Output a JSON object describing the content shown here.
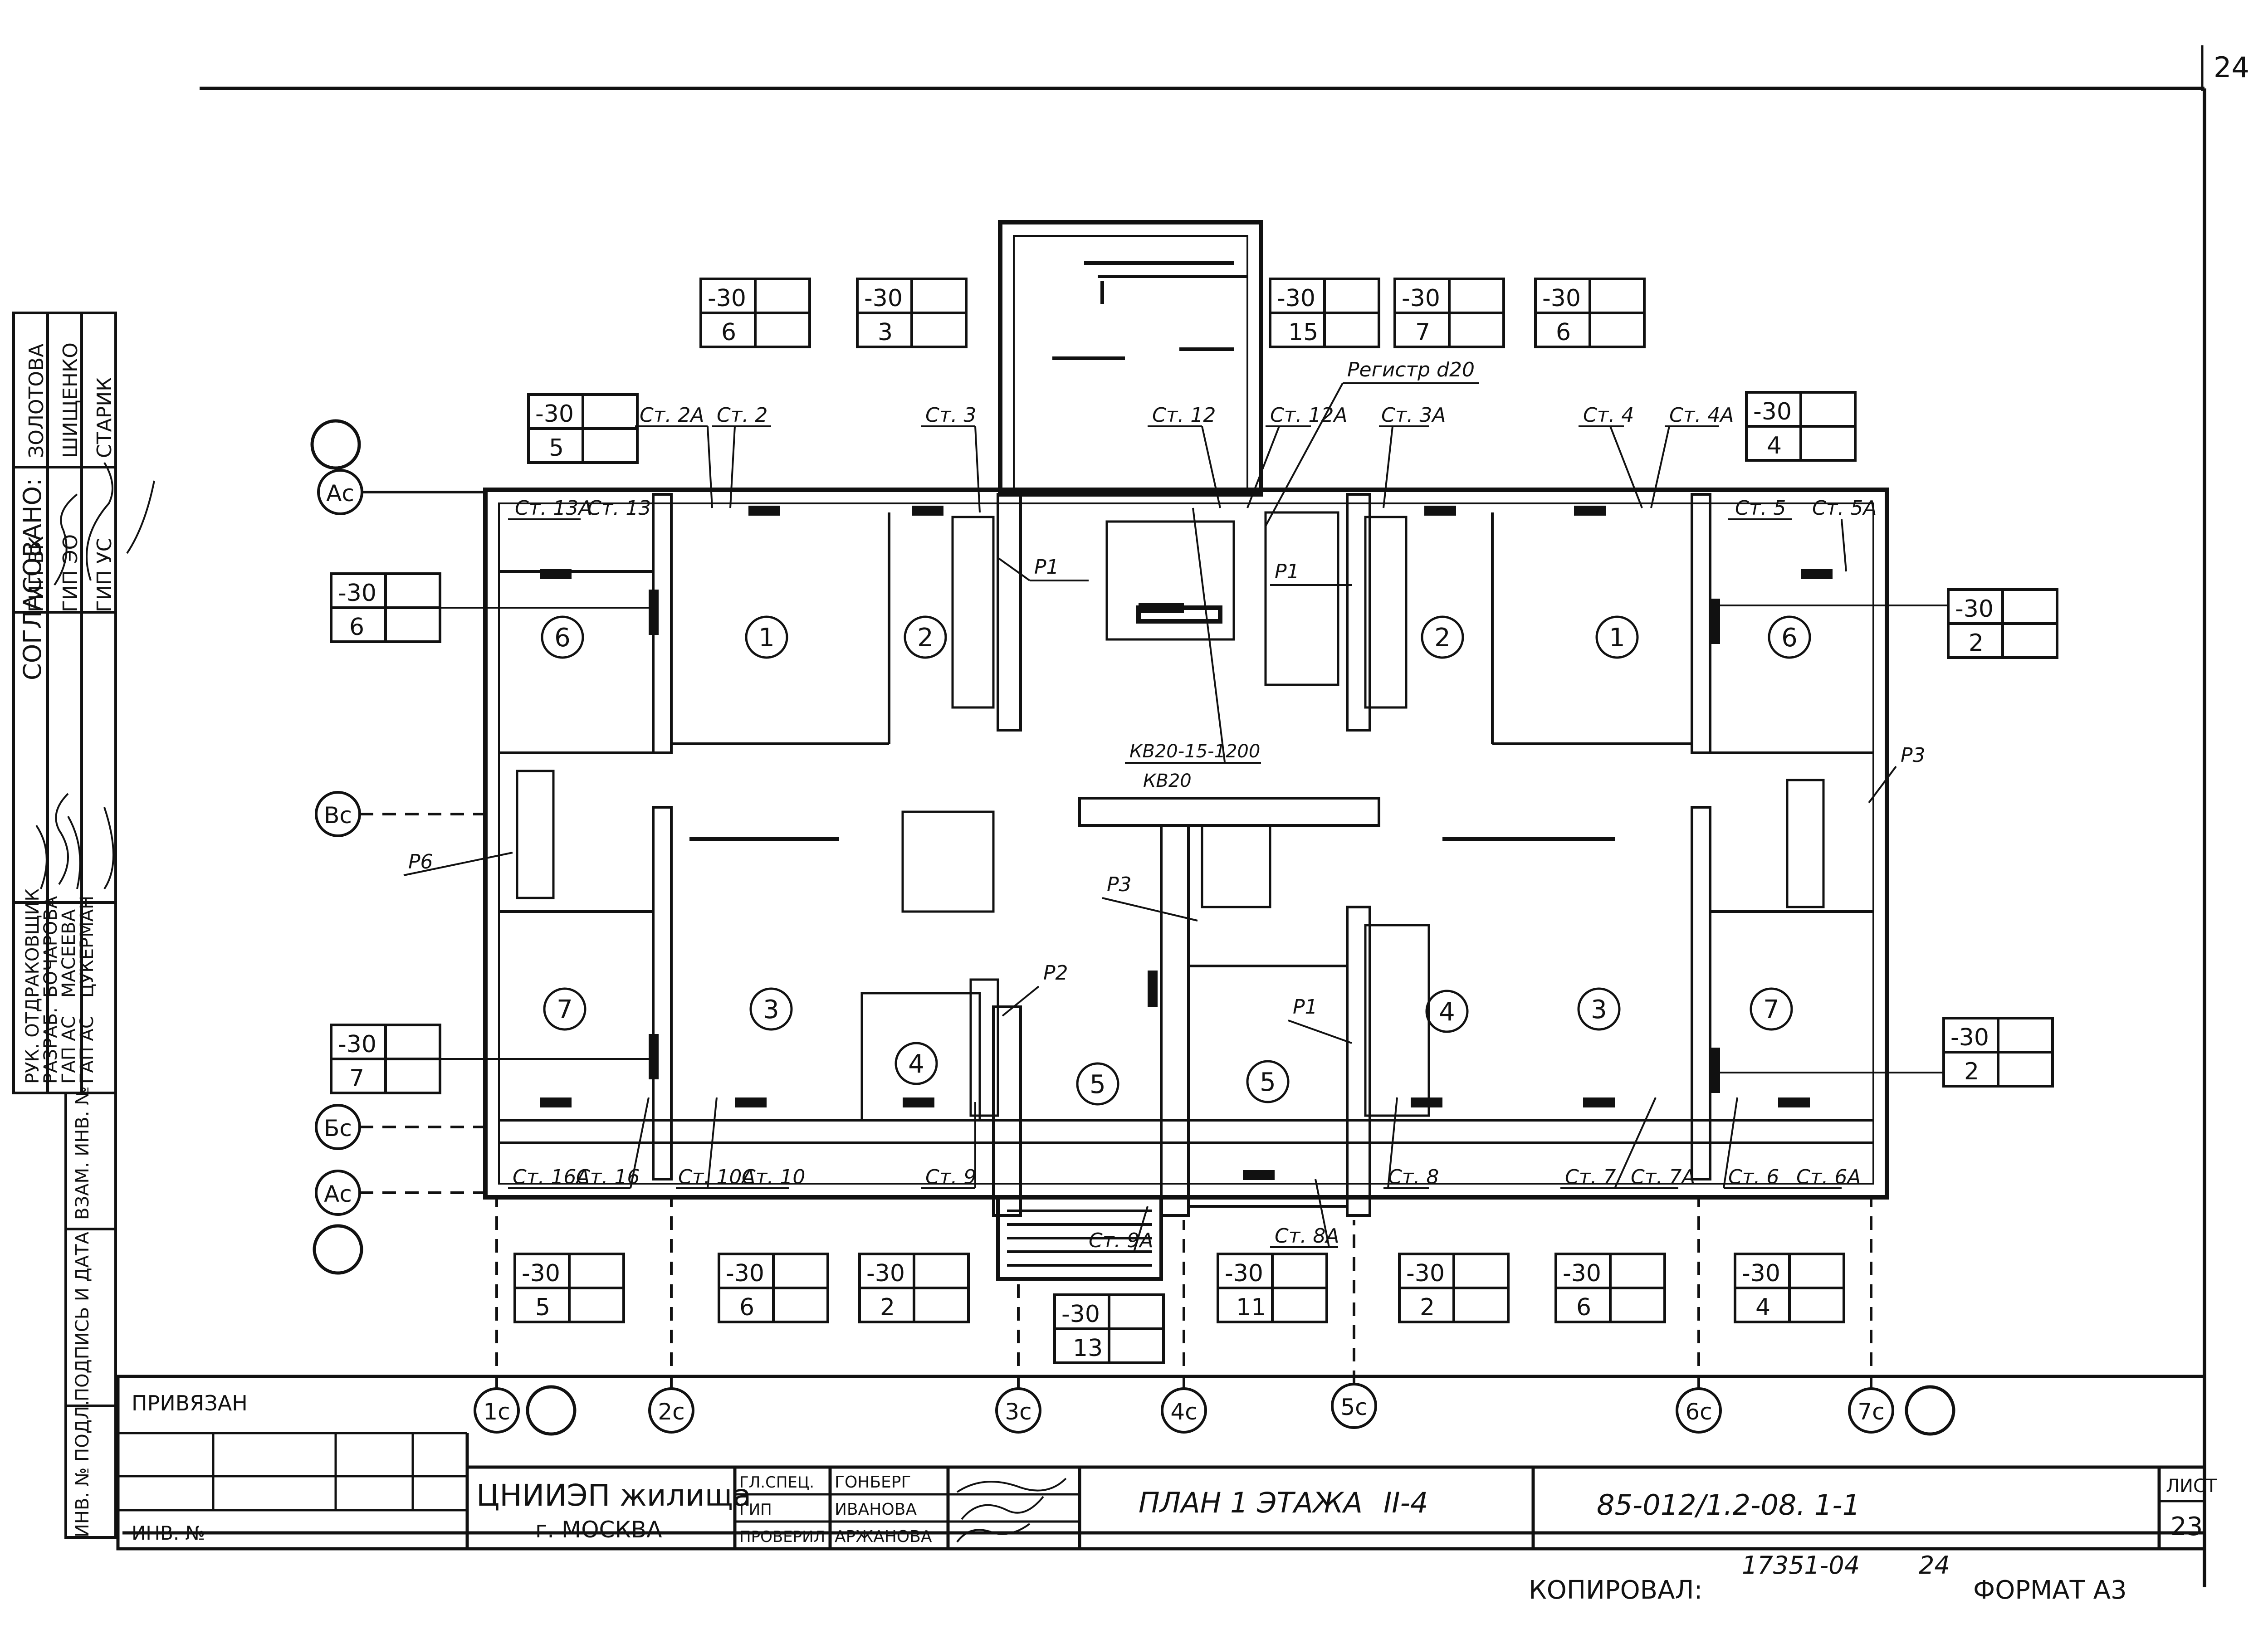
{
  "sheet": {
    "corner_number": "24",
    "sheet_label": "ЛИСТ",
    "sheet_number": "23",
    "doc_code": "85-012/1.2-08. 1-1",
    "copied_by": "КОПИРОВАЛ:",
    "format_label": "ФОРМАТ А3",
    "stamp_note_1": "17351-04",
    "stamp_note_2": "24"
  },
  "approval_block": {
    "header": "СОГЛАСОВАНО:",
    "rows": [
      {
        "role": "ГИП ВК",
        "name": "ЗОЛОТОВА"
      },
      {
        "role": "ГИП ЭО",
        "name": "ШИЩЕНКО"
      },
      {
        "role": "ГИП УС",
        "name": "СТАРИК"
      }
    ],
    "authors": [
      {
        "role": "РУК. ОТД.",
        "name": "РАКОВЩИК"
      },
      {
        "role": "РАЗРАБ.",
        "name": "БОЧАРОВА"
      },
      {
        "role": "ГАП АС",
        "name": "МАСЕЕВА"
      },
      {
        "role": "ГАП АС",
        "name": "ЦУКЕРМАН"
      }
    ],
    "side_labels": [
      "ВЗАМ. ИНВ. №",
      "ПОДПИСЬ И ДАТА",
      "ИНВ. № ПОДЛ."
    ]
  },
  "title_block": {
    "bound_label": "ПРИВЯЗАН",
    "inv_label": "ИНВ. №",
    "org_name": "ЦНИИЭП жилища",
    "org_city": "г. МОСКВА",
    "staff": [
      {
        "role": "ГЛ.СПЕЦ.",
        "name": "ГОНБЕРГ"
      },
      {
        "role": "ГИП",
        "name": "ИВАНОВА"
      },
      {
        "role": "ПРОВЕРИЛ",
        "name": "АРЖАНОВА"
      }
    ],
    "drawing_title": "ПЛАН 1 ЭТАЖА",
    "drawing_variant": "II-4"
  },
  "axes": {
    "left": [
      "Ас",
      "Вс",
      "Бс",
      "Ас"
    ],
    "bottom": [
      "1с",
      "2с",
      "3с",
      "4с",
      "5с",
      "6с",
      "7с"
    ]
  },
  "rooms": [
    "6",
    "1",
    "2",
    "2",
    "1",
    "6",
    "7",
    "3",
    "4",
    "5",
    "5",
    "4",
    "3",
    "7"
  ],
  "stand_pipes": [
    "Ст. 2А",
    "Ст. 2",
    "Ст. 3",
    "Ст. 12",
    "Ст. 12А",
    "Ст. 3А",
    "Ст. 4",
    "Ст. 4А",
    "Ст. 13А",
    "Ст. 13",
    "Ст. 5",
    "Ст. 5А",
    "Ст. 16А",
    "Ст. 16",
    "Ст. 10А",
    "Ст. 10",
    "Ст. 9",
    "Ст. 9А",
    "Ст. 8А",
    "Ст. 8",
    "Ст. 7",
    "Ст. 7А",
    "Ст. 6",
    "Ст. 6А"
  ],
  "risers": [
    "Р1",
    "Р1",
    "Р1",
    "Р2",
    "Р3",
    "Р3",
    "Р6"
  ],
  "notes": {
    "register": "Регистр d20",
    "convector_1": "КВ20-15-1200",
    "convector_2": "КВ20"
  },
  "temp_boxes": [
    {
      "t": "-30",
      "n": "6"
    },
    {
      "t": "-30",
      "n": "3"
    },
    {
      "t": "-30",
      "n": "15"
    },
    {
      "t": "-30",
      "n": "7"
    },
    {
      "t": "-30",
      "n": "6"
    },
    {
      "t": "-30",
      "n": "5"
    },
    {
      "t": "-30",
      "n": "4"
    },
    {
      "t": "-30",
      "n": "6"
    },
    {
      "t": "-30",
      "n": "2"
    },
    {
      "t": "-30",
      "n": "7"
    },
    {
      "t": "-30",
      "n": "2"
    },
    {
      "t": "-30",
      "n": "5"
    },
    {
      "t": "-30",
      "n": "6"
    },
    {
      "t": "-30",
      "n": "2"
    },
    {
      "t": "-30",
      "n": "13"
    },
    {
      "t": "-30",
      "n": "11"
    },
    {
      "t": "-30",
      "n": "2"
    },
    {
      "t": "-30",
      "n": "6"
    },
    {
      "t": "-30",
      "n": "4"
    }
  ]
}
